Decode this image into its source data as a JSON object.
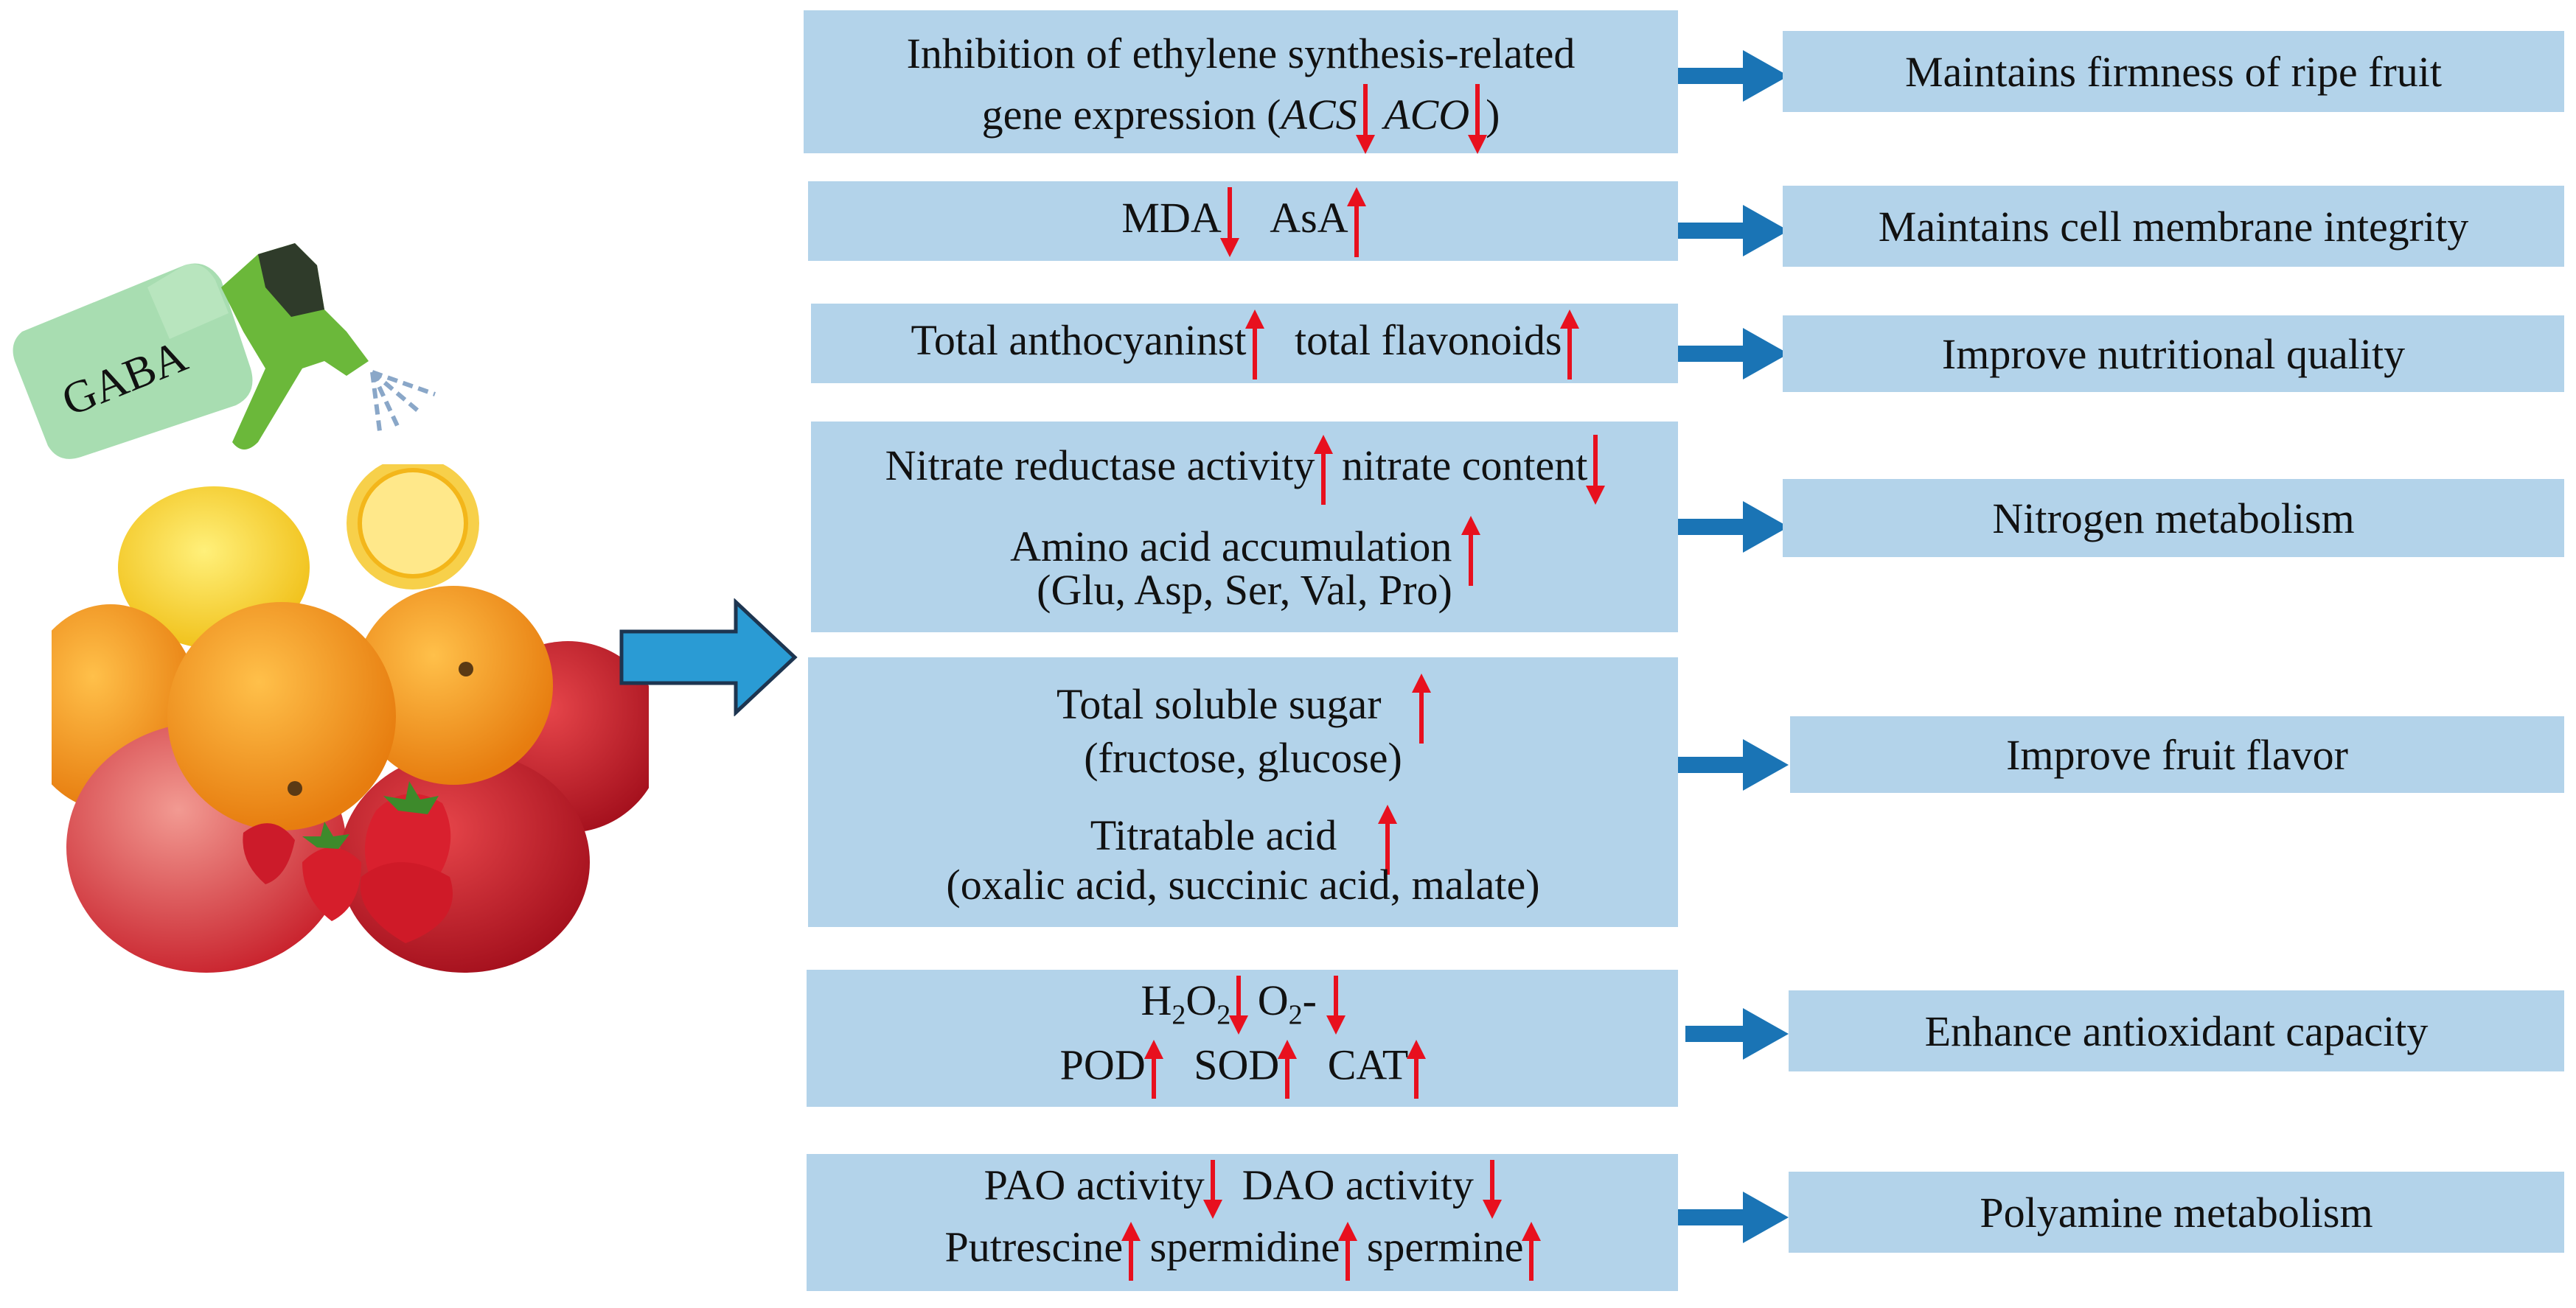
{
  "illustration": {
    "bottle_label": "GABA"
  },
  "colors": {
    "box_fill": "#b3d3ea",
    "connector_arrow": "#1a74b5",
    "change_arrow": "#e8101e",
    "main_arrow": "#2a9bd4"
  },
  "rows": [
    {
      "lines": [
        "Inhibition of ethylene synthesis-related",
        "gene expression (",
        "ACS",
        "ACO",
        ")"
      ],
      "result": "Maintains firmness of ripe fruit"
    },
    {
      "items": [
        "MDA",
        "AsA"
      ],
      "result": "Maintains cell membrane integrity"
    },
    {
      "items": [
        "Total anthocyaninst",
        "total flavonoids"
      ],
      "result": "Improve nutritional quality"
    },
    {
      "items": [
        "Nitrate reductase activity",
        "nitrate content",
        "Amino acid accumulation",
        "(Glu, Asp, Ser, Val, Pro)"
      ],
      "result": "Nitrogen metabolism"
    },
    {
      "items": [
        "Total soluble sugar",
        "(fructose, glucose)",
        "Titratable acid",
        "(oxalic acid, succinic acid, malate)"
      ],
      "result": "Improve fruit flavor"
    },
    {
      "items": [
        "H",
        "2",
        "O",
        "2",
        "O",
        "2",
        "-",
        "POD",
        "SOD",
        "CAT"
      ],
      "result": "Enhance antioxidant capacity"
    },
    {
      "items": [
        "PAO activity",
        "DAO activity",
        "Putrescine",
        "spermidine",
        "spermine"
      ],
      "result": "Polyamine metabolism"
    }
  ]
}
